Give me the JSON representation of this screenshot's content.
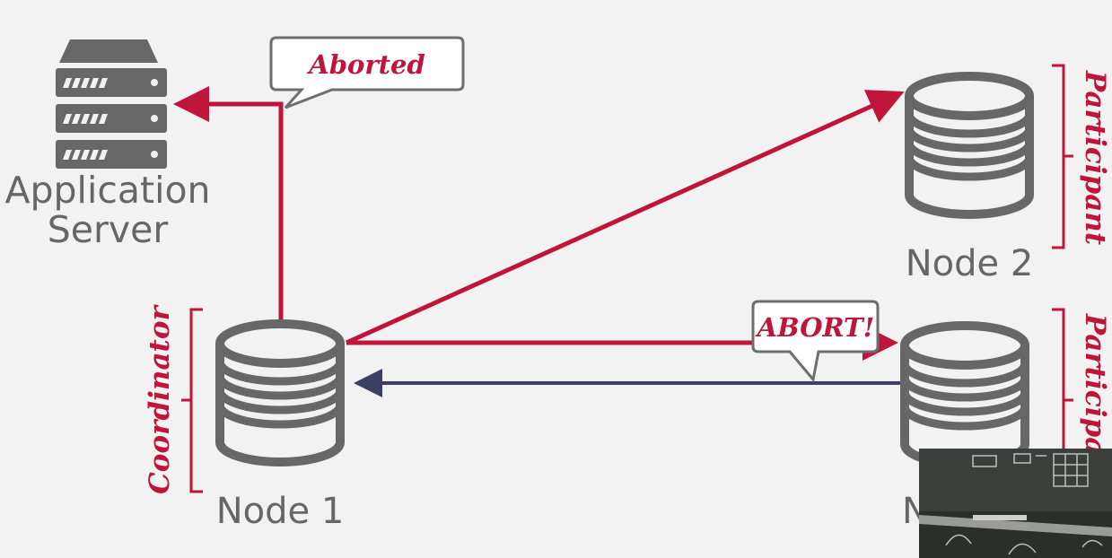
{
  "colors": {
    "arrow_red": "#c0153a",
    "arrow_navy": "#3d4060",
    "icon_gray": "#676767",
    "background": "#f2f2f2"
  },
  "server": {
    "icon": "server-rack-icon",
    "label_line1": "Application",
    "label_line2": "Server"
  },
  "nodes": {
    "node1": {
      "icon": "database-icon",
      "label": "Node 1"
    },
    "node2": {
      "icon": "database-icon",
      "label": "Node 2"
    },
    "node3": {
      "icon": "database-icon",
      "label": "N"
    }
  },
  "roles": {
    "coordinator": "Coordinator",
    "participant_top": "Participant",
    "participant_bottom": "Participant"
  },
  "bubbles": {
    "aborted": "Aborted",
    "abort": "ABORT!"
  },
  "overlay": {
    "icon": "webcam-feed-icon"
  }
}
